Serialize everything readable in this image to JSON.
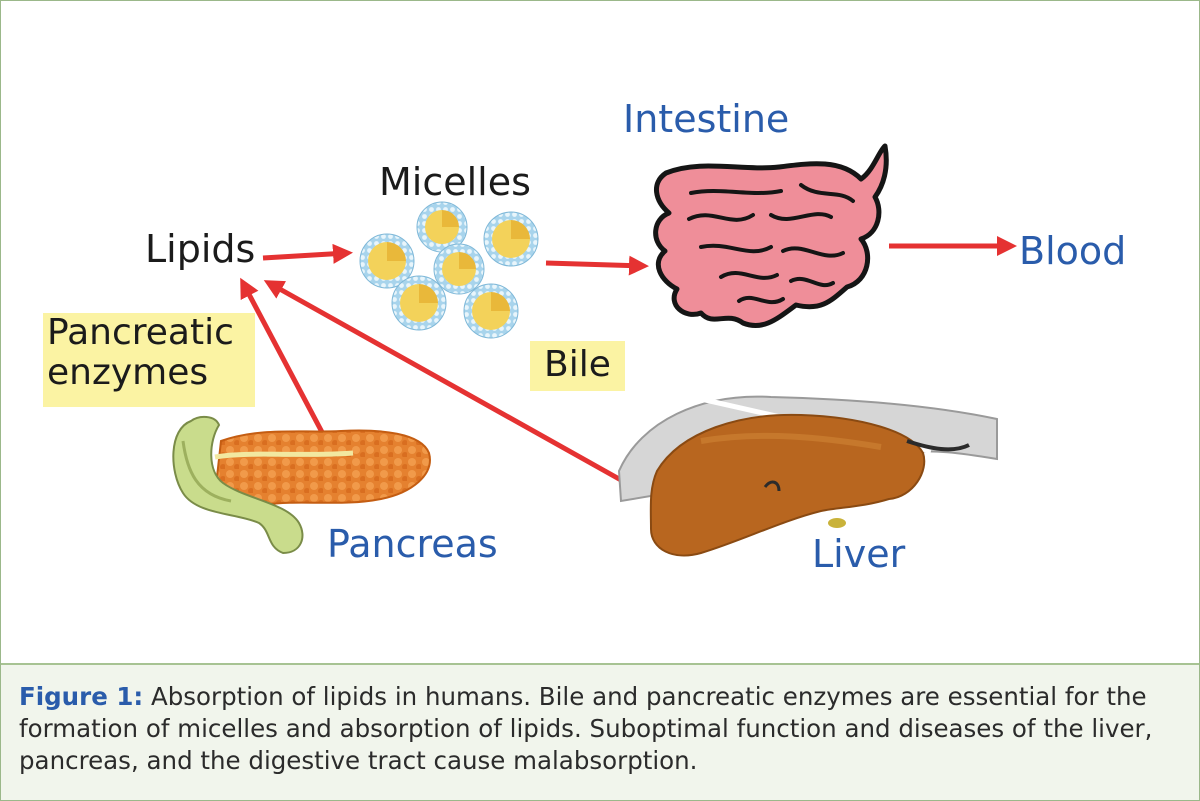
{
  "diagram": {
    "labels": {
      "lipids": "Lipids",
      "micelles": "Micelles",
      "intestine": "Intestine",
      "blood": "Blood",
      "bile": "Bile",
      "pancreatic_enzymes": "Pancreatic enzymes",
      "pancreas": "Pancreas",
      "liver": "Liver"
    },
    "colors": {
      "arrow": "#e53232",
      "label_blue": "#2a5cab",
      "highlight": "#fbf3a3",
      "intestine_fill": "#ef8e99",
      "liver_fill": "#b8661f",
      "pancreas_fill": "#e07a2e",
      "micelle_shell": "#9fcfe8",
      "micelle_core": "#f3d25a"
    }
  },
  "caption": {
    "label": "Figure 1:",
    "text": " Absorption of lipids in humans. Bile and pancreatic enzymes are essential for the formation of micelles and absorption of lipids. Suboptimal function and diseases of the liver, pancreas, and the digestive tract cause malabsorption."
  }
}
